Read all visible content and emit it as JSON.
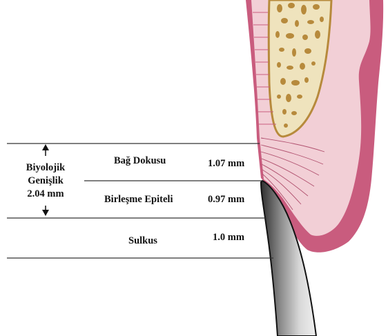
{
  "biologic_width": {
    "line1": "Biyolojik",
    "line2": "Genişlik",
    "line3": "2.04 mm"
  },
  "regions": [
    {
      "name": "Bağ Dokusu",
      "measurement": "1.07 mm"
    },
    {
      "name": "Birleşme Epiteli",
      "measurement": "0.97 mm"
    },
    {
      "name": "Sulkus",
      "measurement": "1.0 mm"
    }
  ],
  "colors": {
    "gingiva_outer": "#c95c7e",
    "gingiva_inner": "#f2cfd6",
    "bone_fill": "#efe3bd",
    "bone_pore": "#b78a3c",
    "tooth_dark": "#3b3b3b",
    "tooth_light": "#dcdcdc",
    "line": "#333333"
  }
}
